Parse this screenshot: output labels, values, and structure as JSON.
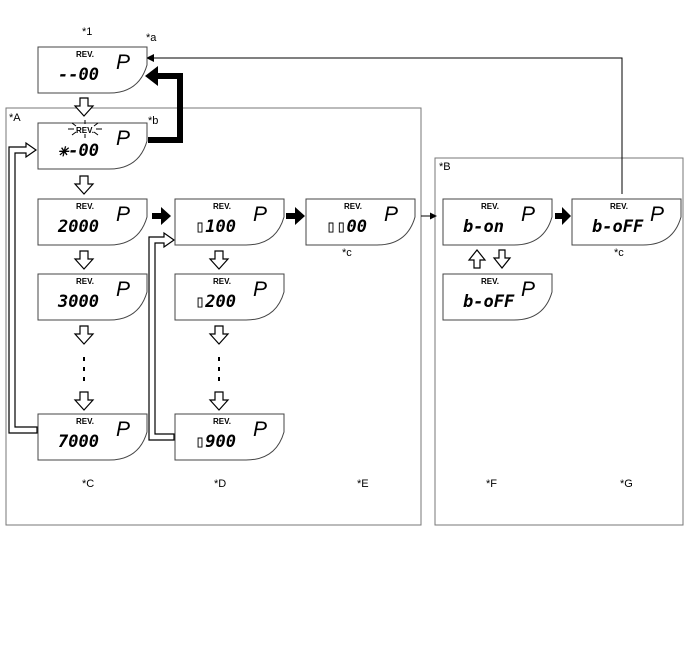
{
  "labels": {
    "num1": "*1",
    "a": "*a",
    "b": "*b",
    "A": "*A",
    "B": "*B",
    "C": "*C",
    "D": "*D",
    "E": "*E",
    "F": "*F",
    "G": "*G",
    "c1": "*c",
    "c2": "*c"
  },
  "displays": {
    "rev": "REV.",
    "p": "P",
    "d_top": "--00",
    "d_blink": "✳-00",
    "d_2000": "2000",
    "d_3000": "3000",
    "d_7000": "7000",
    "d_0100": "▯100",
    "d_0200": "▯200",
    "d_0900": "▯900",
    "d_0000": "▯▯00",
    "d_bon": "b-on",
    "d_boff": "b-oFF"
  },
  "dots": "·\n·\n·"
}
